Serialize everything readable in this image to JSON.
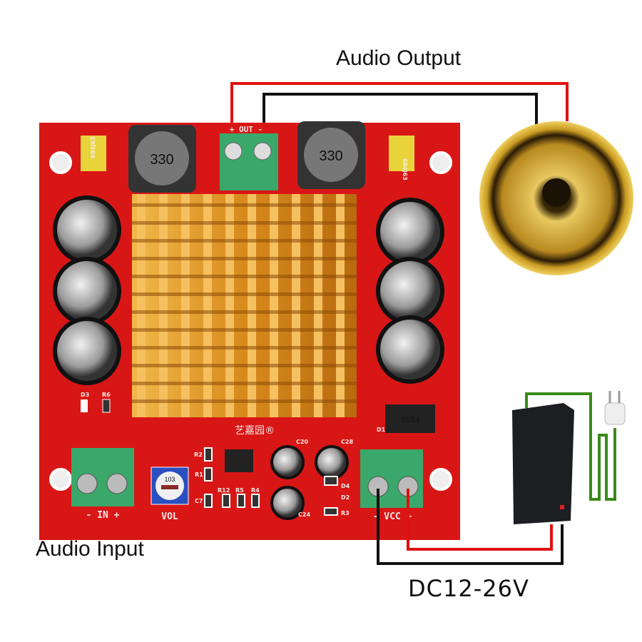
{
  "labels": {
    "audio_output": "Audio Output",
    "audio_input": "Audio Input",
    "power": "DC12-26V"
  },
  "board": {
    "brand": "艺嘉园®",
    "out_label": "+ OUT -",
    "in_label": "- IN +",
    "vol_label": "VOL",
    "vcc_label": "- VCC +",
    "inductor_marking": "330",
    "capacitor_marking": "684J63",
    "pot_marking": "103",
    "diode_marking": "SS54",
    "components": [
      "D3",
      "R6",
      "R2",
      "R1",
      "C7",
      "R12",
      "R5",
      "R4",
      "C20",
      "C28",
      "C24",
      "D4",
      "D2",
      "R3",
      "D1"
    ]
  },
  "colors": {
    "board": "#d91616",
    "terminal": "#3aa86a",
    "heatsink": "#e09a2a",
    "wire_red": "#e01010",
    "wire_black": "#111111",
    "wire_green": "#3a8a1a"
  }
}
